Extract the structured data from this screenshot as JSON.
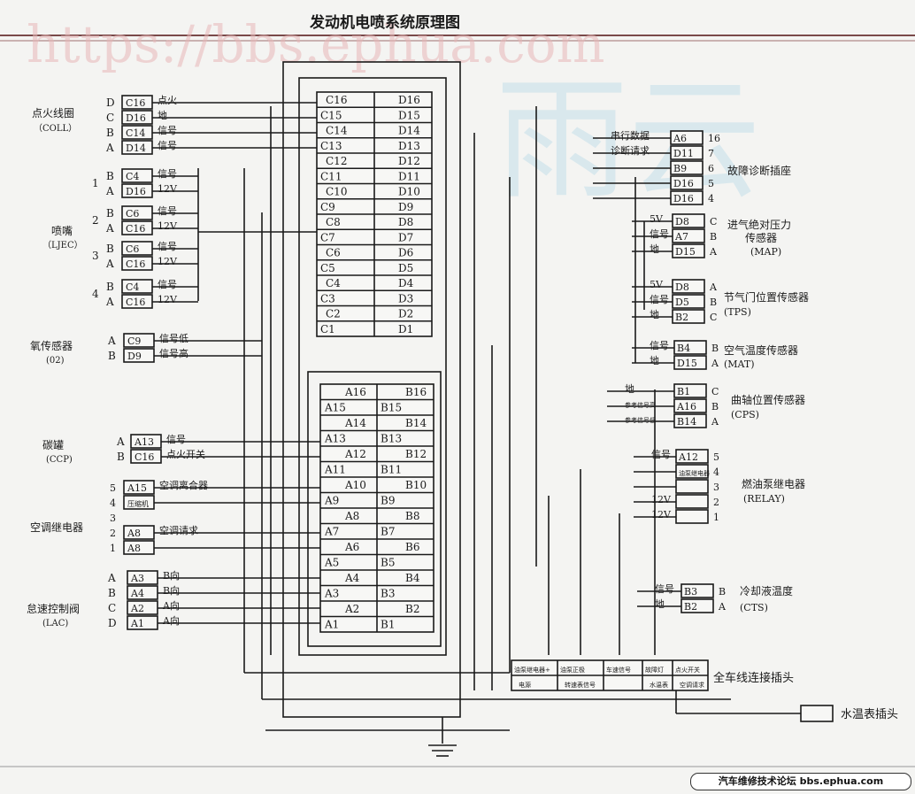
{
  "title": "发动机电喷系统原理图",
  "watermark": "https://bbs.ephua.com",
  "watermark2": "雨云",
  "footer": "汽车维修技术论坛 bbs.ephua.com",
  "ecu_c_pins": [
    [
      "C16",
      "D16"
    ],
    [
      "C15",
      "D15"
    ],
    [
      "C14",
      "D14"
    ],
    [
      "C13",
      "D13"
    ],
    [
      "C12",
      "D12"
    ],
    [
      "C11",
      "D11"
    ],
    [
      "C10",
      "D10"
    ],
    [
      "C9",
      "D9"
    ],
    [
      "C8",
      "D8"
    ],
    [
      "C7",
      "D7"
    ],
    [
      "C6",
      "D6"
    ],
    [
      "C5",
      "D5"
    ],
    [
      "C4",
      "D4"
    ],
    [
      "C3",
      "D3"
    ],
    [
      "C2",
      "D2"
    ],
    [
      "C1",
      "D1"
    ]
  ],
  "ecu_a_pins": [
    [
      "A16",
      "B16"
    ],
    [
      "A15",
      "B15"
    ],
    [
      "A14",
      "B14"
    ],
    [
      "A13",
      "B13"
    ],
    [
      "A12",
      "B12"
    ],
    [
      "A11",
      "B11"
    ],
    [
      "A10",
      "B10"
    ],
    [
      "A9",
      "B9"
    ],
    [
      "A8",
      "B8"
    ],
    [
      "A7",
      "B7"
    ],
    [
      "A6",
      "B6"
    ],
    [
      "A5",
      "B5"
    ],
    [
      "A4",
      "B4"
    ],
    [
      "A3",
      "B3"
    ],
    [
      "A2",
      "B2"
    ],
    [
      "A1",
      "B1"
    ]
  ],
  "left": {
    "coil": {
      "name": "点火线圈",
      "sub": "（COLL）",
      "letters": [
        "D",
        "C",
        "B",
        "A"
      ],
      "pins": [
        "C16",
        "D16",
        "C14",
        "D14"
      ],
      "signals": [
        "点火",
        "地",
        "信号",
        "信号"
      ]
    },
    "injector_name": "喷嘴",
    "injector_sub": "（LJEC）",
    "injectors": [
      {
        "num": "1",
        "letters": [
          "B",
          "A"
        ],
        "pins": [
          "C4",
          "D16"
        ],
        "signals": [
          "信号",
          "12V"
        ]
      },
      {
        "num": "2",
        "letters": [
          "B",
          "A"
        ],
        "pins": [
          "C6",
          "C16"
        ],
        "signals": [
          "信号",
          "12V"
        ]
      },
      {
        "num": "3",
        "letters": [
          "B",
          "A"
        ],
        "pins": [
          "C6",
          "C16"
        ],
        "signals": [
          "信号",
          "12V"
        ]
      },
      {
        "num": "4",
        "letters": [
          "B",
          "A"
        ],
        "pins": [
          "C4",
          "C16"
        ],
        "signals": [
          "信号",
          "12V"
        ]
      }
    ],
    "o2": {
      "name": "氧传感器",
      "sub": "(02)",
      "letters": [
        "A",
        "B"
      ],
      "pins": [
        "C9",
        "D9"
      ],
      "signals": [
        "信号低",
        "信号高"
      ]
    },
    "canister": {
      "name": "碳罐",
      "sub": "(CCP)",
      "letters": [
        "A",
        "B"
      ],
      "pins": [
        "A13",
        "C16"
      ],
      "signals": [
        "信号",
        "点火开关"
      ]
    },
    "ac_relay": {
      "name": "空调继电器",
      "numbers": [
        "5",
        "4",
        "3",
        "2",
        "1"
      ],
      "pins": [
        "A15",
        "压缩机",
        "",
        "A8",
        "A8"
      ],
      "signals": [
        "空调离合器",
        "",
        "",
        "空调请求",
        ""
      ]
    },
    "iac": {
      "name": "怠速控制阀",
      "sub": "(LAC)",
      "letters": [
        "A",
        "B",
        "C",
        "D"
      ],
      "pins": [
        "A3",
        "A4",
        "A2",
        "A1"
      ],
      "signals": [
        "B向",
        "B向",
        "A向",
        "A向"
      ]
    }
  },
  "right": {
    "diag": {
      "name": "故障诊断插座",
      "labels": [
        "串行数据",
        "诊断请求",
        "",
        "",
        ""
      ],
      "pins": [
        "A6",
        "D11",
        "B9",
        "D16",
        "D16"
      ],
      "numbers": [
        "16",
        "7",
        "6",
        "5",
        "4"
      ]
    },
    "map": {
      "name": "进气绝对压力",
      "name2": "传感器",
      "sub": "(MAP)",
      "labels": [
        "5V",
        "信号",
        "地"
      ],
      "pins": [
        "D8",
        "A7",
        "D15"
      ],
      "letters": [
        "C",
        "B",
        "A"
      ]
    },
    "tps": {
      "name": "节气门位置传感器",
      "sub": "(TPS)",
      "labels": [
        "5V",
        "信号",
        "地"
      ],
      "pins": [
        "D8",
        "D5",
        "B2"
      ],
      "letters": [
        "A",
        "B",
        "C"
      ]
    },
    "mat": {
      "name": "空气温度传感器",
      "sub": "(MAT)",
      "labels": [
        "信号",
        "地"
      ],
      "pins": [
        "B4",
        "D15"
      ],
      "letters": [
        "B",
        "A"
      ]
    },
    "cps": {
      "name": "曲轴位置传感器",
      "sub": "(CPS)",
      "labels": [
        "地",
        "参考信号高",
        "参考信号低"
      ],
      "pins": [
        "B1",
        "A16",
        "B14"
      ],
      "letters": [
        "C",
        "B",
        "A"
      ]
    },
    "relay": {
      "name": "燃油泵继电器",
      "sub": "(RELAY)",
      "labels": [
        "信号",
        "",
        "",
        "12V",
        "12V"
      ],
      "pins": [
        "A12",
        "油泵继电器",
        "",
        "",
        ""
      ],
      "numbers": [
        "5",
        "4",
        "3",
        "2",
        "1"
      ]
    },
    "cts": {
      "name": "冷却液温度",
      "sub": "(CTS)",
      "labels": [
        "信号",
        "地"
      ],
      "pins": [
        "B3",
        "B2"
      ],
      "letters": [
        "B",
        "A"
      ]
    }
  },
  "bottom": {
    "connector_name": "全车线连接插头",
    "top_cells": [
      "油泵继电器+",
      "油泵正极",
      "车速信号",
      "故障灯",
      "点火开关"
    ],
    "bottom_cells": [
      "电源",
      "转速表信号",
      "",
      "水温表",
      "空调请求"
    ],
    "gauge_name": "水温表插头"
  }
}
